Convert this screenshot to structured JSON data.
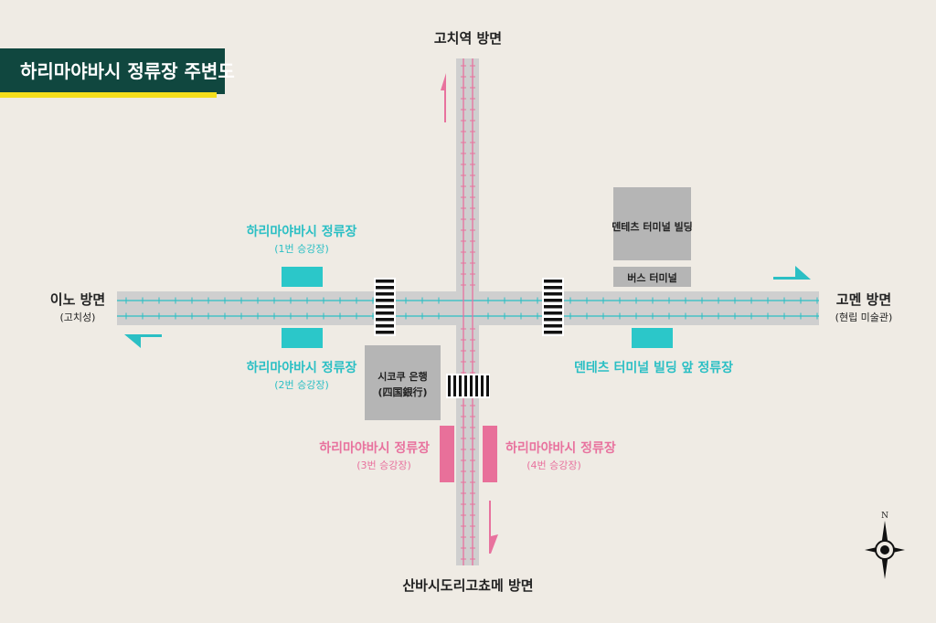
{
  "title": "하리마야바시 정류장 주변도",
  "directions": {
    "north": {
      "label": "고치역 방면"
    },
    "south": {
      "label": "산바시도리고쵸메 방면"
    },
    "west": {
      "label": "이노 방면",
      "sub": "(고치성)"
    },
    "east": {
      "label": "고멘 방면",
      "sub": "(현립 미술관)"
    }
  },
  "stops": {
    "stop1": {
      "label": "하리마야바시 정류장",
      "sub": "(1번 승강장)"
    },
    "stop2": {
      "label": "하리마야바시 정류장",
      "sub": "(2번 승강장)"
    },
    "stop3": {
      "label": "하리마야바시 정류장",
      "sub": "(3번 승강장)"
    },
    "stop4": {
      "label": "하리마야바시 정류장",
      "sub": "(4번 승강장)"
    },
    "denteth": {
      "label": "덴테츠 터미널 빌딩 앞 정류장"
    }
  },
  "buildings": {
    "shikoku_bank": {
      "line1": "시코쿠 은행",
      "line2": "(四国銀行)"
    },
    "terminal_building": {
      "label": "덴테츠 터미널 빌딩"
    },
    "bus_terminal": {
      "label": "버스 터미널"
    }
  },
  "compass": {
    "north": "N"
  },
  "colors": {
    "background": "#efebe4",
    "title_bg": "#10473f",
    "title_accent": "#f5de1c",
    "road": "#cfcfcf",
    "ew_track": "#2bbfc4",
    "ns_track": "#e8729e",
    "teal_platform": "#2bc7c9",
    "pink_platform": "#e8709a",
    "building": "#b5b5b5"
  }
}
